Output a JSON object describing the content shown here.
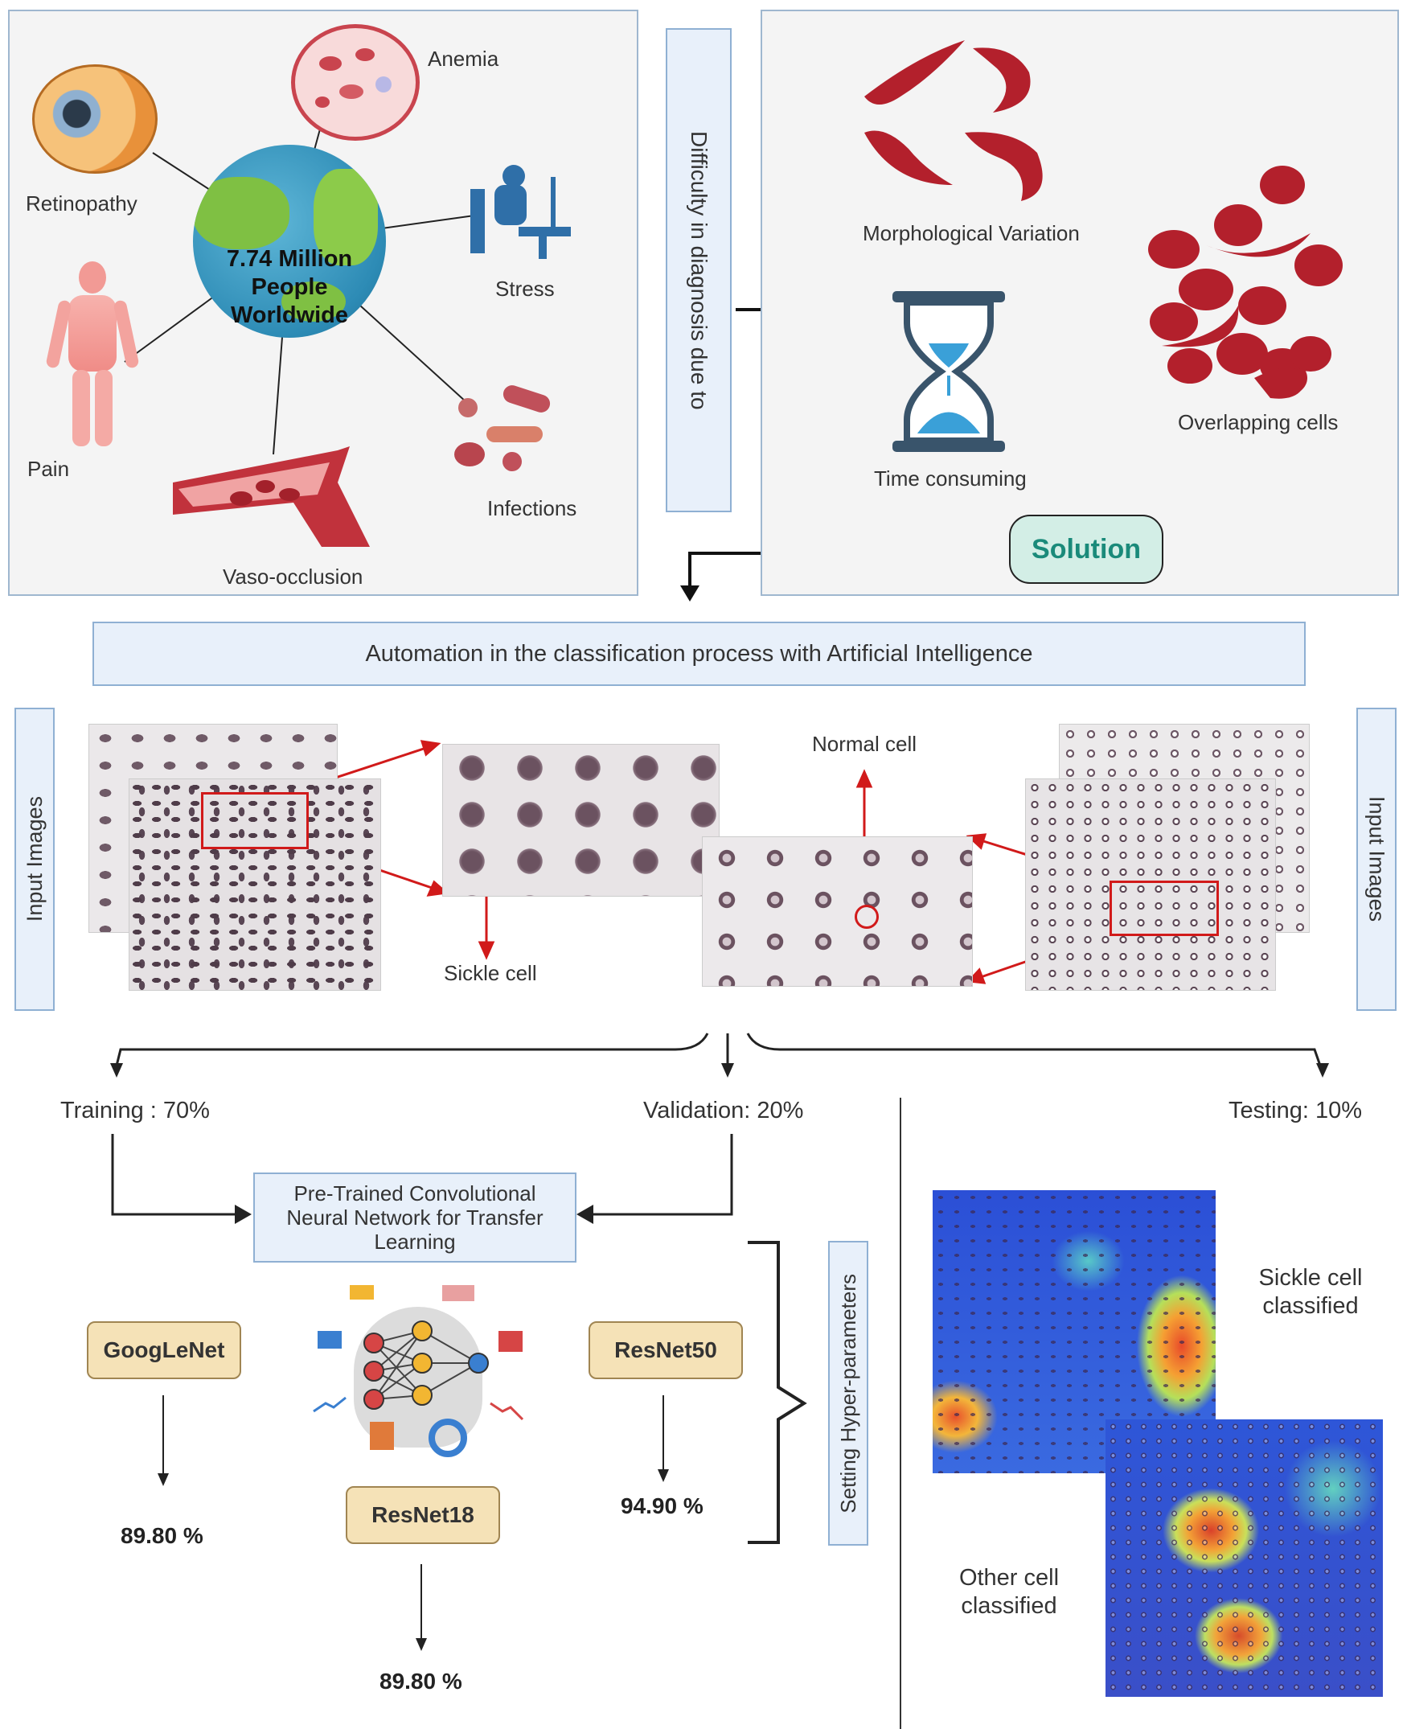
{
  "panel_top_left": {
    "globe_text": "7.74 Million People Worldwide",
    "conditions": {
      "anemia": "Anemia",
      "retinopathy": "Retinopathy",
      "stress": "Stress",
      "pain": "Pain",
      "infections": "Infections",
      "vaso_occlusion": "Vaso-occlusion"
    }
  },
  "difficulty_label": "Difficulty in diagnosis due to",
  "panel_top_right": {
    "morphological": "Morphological Variation",
    "time": "Time consuming",
    "overlapping": "Overlapping cells",
    "solution": "Solution"
  },
  "automation_banner": "Automation in the classification process with Artificial Intelligence",
  "images_section": {
    "input_left": "Input Images",
    "input_right": "Input Images",
    "sickle_cell": "Sickle cell",
    "normal_cell": "Normal cell"
  },
  "split": {
    "training": "Training : 70%",
    "validation": "Validation: 20%",
    "testing": "Testing: 10%"
  },
  "pretrained_box": "Pre-Trained Convolutional Neural Network for Transfer Learning",
  "hyper_parameters": "Setting Hyper-parameters",
  "models": {
    "googlenet": {
      "name": "GoogLeNet",
      "accuracy": "89.80 %"
    },
    "resnet50": {
      "name": "ResNet50",
      "accuracy": "94.90 %"
    },
    "resnet18": {
      "name": "ResNet18",
      "accuracy": "89.80 %"
    }
  },
  "testing_results": {
    "sickle": "Sickle cell classified",
    "other": "Other cell classified"
  },
  "colors": {
    "panel_border": "#9fb7cf",
    "banner_fill": "#e8f0fa",
    "model_fill": "#f5e2b7",
    "solution_fill": "#d3eee6",
    "solution_text": "#1a8a7a",
    "arrow_red": "#d11a1a",
    "cell_red": "#b3202c"
  }
}
